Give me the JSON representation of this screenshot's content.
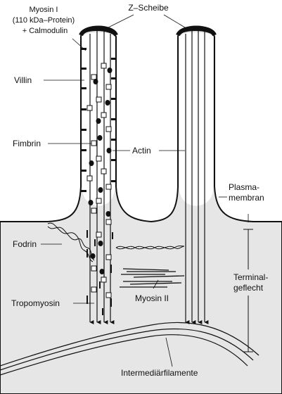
{
  "labels": {
    "myosin_i": [
      "Myosin I",
      "(110 kDa–Protein)",
      "+ Calmodulin"
    ],
    "z_scheibe": "Z–Scheibe",
    "villin": "Villin",
    "fimbrin": "Fimbrin",
    "actin": "Actin",
    "plasmamembran": [
      "Plasma-",
      "membran"
    ],
    "fodrin": "Fodrin",
    "terminalgeflecht": [
      "Terminal-",
      "geflecht"
    ],
    "tropomyosin": "Tropomyosin",
    "myosin_ii": "Myosin II",
    "intermediaerfilamente": "Intermediärfilamente"
  },
  "colors": {
    "cytoplasm": "#e6e6e6",
    "ink": "#111111",
    "paper": "#ffffff"
  }
}
